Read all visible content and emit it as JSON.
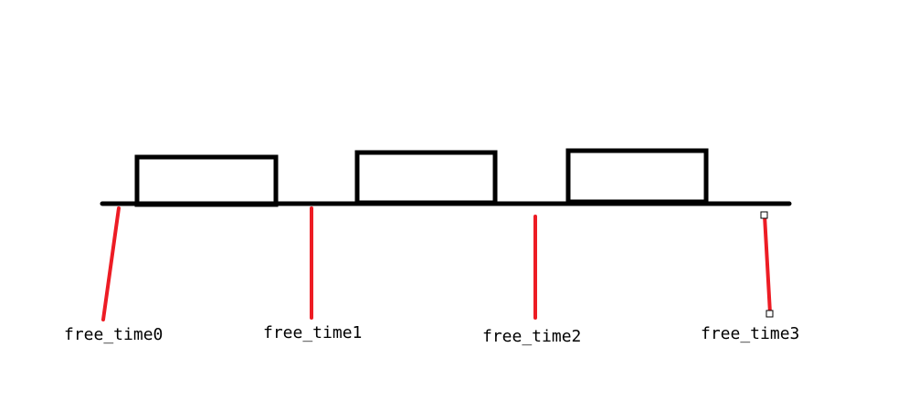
{
  "timeline": {
    "busy_block_count": 3,
    "line_color": "#000000",
    "marker_color": "#ed1c24",
    "labels": {
      "free_time0": "free_time0",
      "free_time1": "free_time1",
      "free_time2": "free_time2",
      "free_time3": "free_time3"
    }
  }
}
